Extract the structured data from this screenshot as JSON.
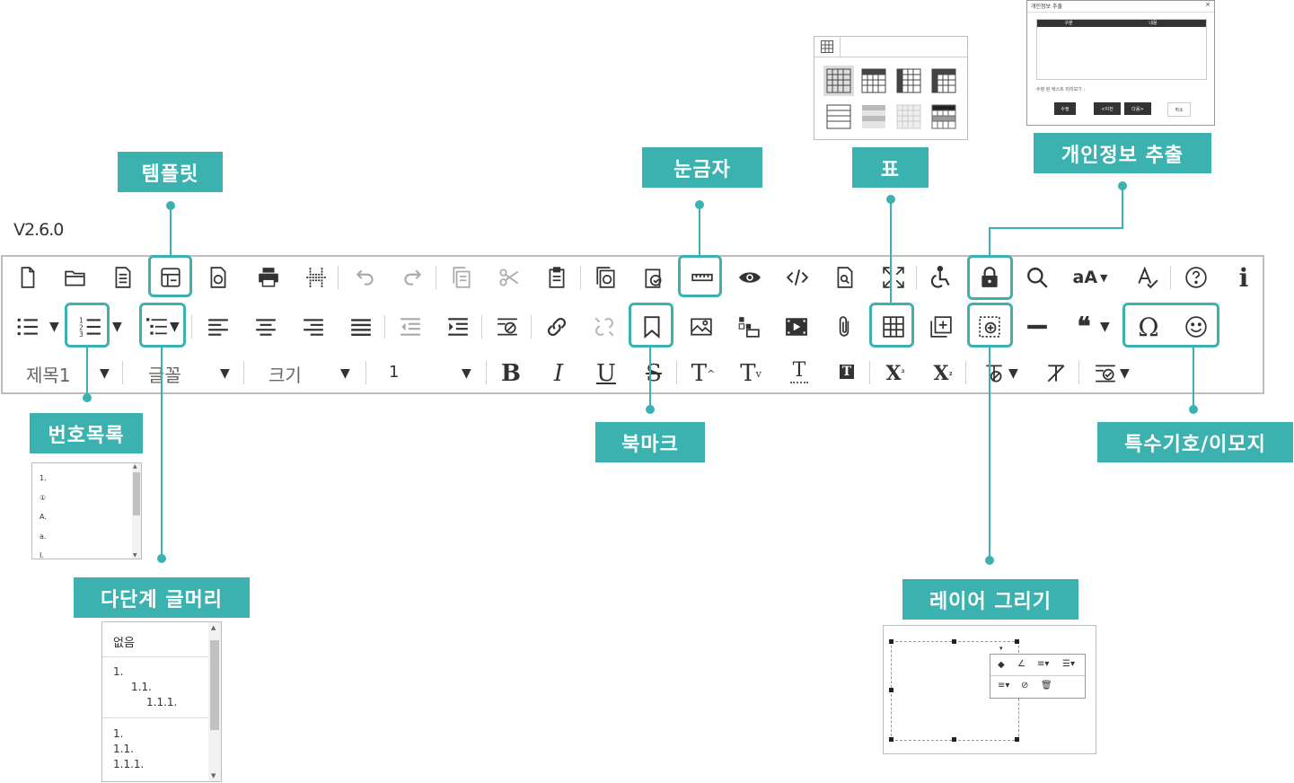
{
  "version": "V2.6.0",
  "colors": {
    "accent": "#3bb2b0",
    "border": "#bdbdbd",
    "icon": "#333333"
  },
  "callouts": {
    "template": "템플릿",
    "ruler": "눈금자",
    "table": "표",
    "privacy": "개인정보 추출",
    "numbered_list": "번호목록",
    "multilevel": "다단계 글머리",
    "bookmark": "북마크",
    "layer": "레이어 그리기",
    "special_chars": "특수기호/이모지"
  },
  "toolbar": {
    "row3": {
      "heading": "제목1",
      "font": "글꼴",
      "size": "크기",
      "line_height": "1"
    }
  },
  "numbered_popup": {
    "items": [
      "1.",
      "①",
      "A.",
      "a.",
      "I."
    ]
  },
  "multilevel_popup": {
    "none": "없음",
    "opt1": [
      "1.",
      "1.1.",
      "1.1.1."
    ],
    "opt2": [
      "1.",
      "1.1.",
      "1.1.1."
    ]
  },
  "privacy_dialog": {
    "title": "개인정보 추출",
    "col1": "구분",
    "col2": "내용",
    "preview_label": "수정 된 텍스트 미리보기 :",
    "btn_edit": "수정",
    "btn_prev": "<이전",
    "btn_next": "다음>",
    "btn_cancel": "취소"
  },
  "icons": [
    "new-document-icon",
    "open-folder-icon",
    "document-icon",
    "template-icon",
    "doc-history-icon",
    "print-icon",
    "page-break-icon",
    "undo-icon",
    "redo-icon",
    "copy-icon",
    "cut-icon",
    "paste-icon",
    "paste-format-icon",
    "spellcheck-icon",
    "ruler-icon",
    "preview-icon",
    "source-code-icon",
    "find-page-icon",
    "fullscreen-icon",
    "accessibility-icon",
    "lock-icon",
    "search-icon",
    "font-case-icon",
    "spell-icon",
    "help-icon",
    "info-icon"
  ]
}
